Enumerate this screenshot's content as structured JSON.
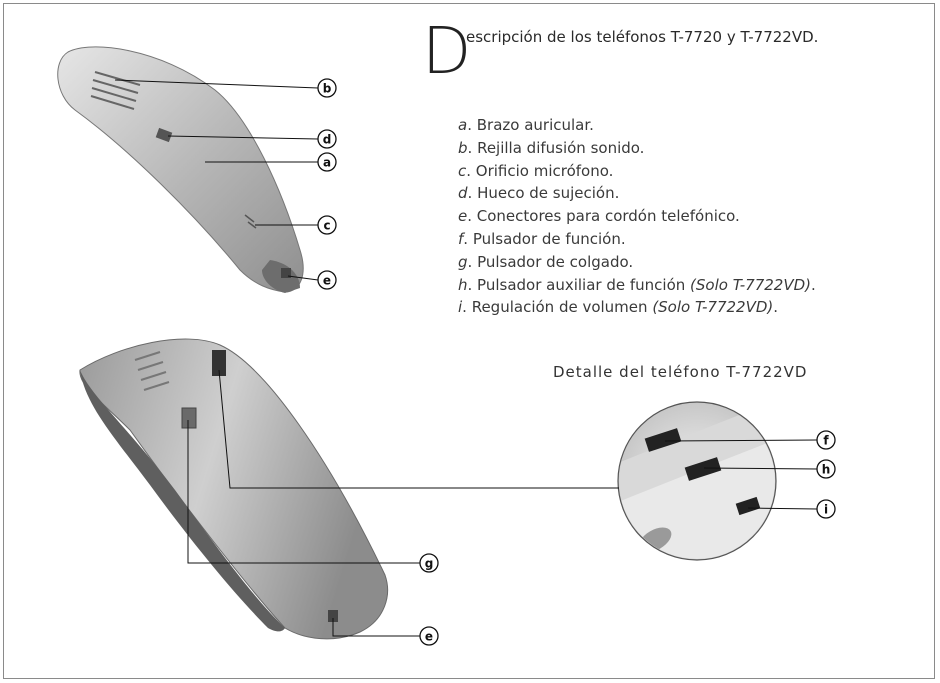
{
  "title": {
    "dropcap": "D",
    "rest": "escripción de los teléfonos  T-7720 y T-7722VD."
  },
  "legend": [
    {
      "key": "a",
      "text": ". Brazo auricular.",
      "note": ""
    },
    {
      "key": "b",
      "text": ". Rejilla difusión sonido.",
      "note": ""
    },
    {
      "key": "c",
      "text": ". Orificio micrófono.",
      "note": ""
    },
    {
      "key": "d",
      "text": ". Hueco de sujeción.",
      "note": ""
    },
    {
      "key": "e",
      "text": ". Conectores para cordón telefónico.",
      "note": ""
    },
    {
      "key": "f",
      "text": ". Pulsador de función.",
      "note": ""
    },
    {
      "key": "g",
      "text": ". Pulsador de colgado.",
      "note": ""
    },
    {
      "key": "h",
      "text": ". Pulsador auxiliar de función ",
      "note": "(Solo T-7722VD)",
      "tail": "."
    },
    {
      "key": "i",
      "text": ". Regulación de volumen ",
      "note": "(Solo T-7722VD)",
      "tail": "."
    }
  ],
  "detail_label": "Detalle del teléfono T-7722VD",
  "callouts": {
    "top_b": "b",
    "top_d": "d",
    "top_a": "a",
    "top_c": "c",
    "top_e": "e",
    "zoom_f": "f",
    "zoom_h": "h",
    "zoom_i": "i",
    "bottom_g": "g",
    "bottom_e": "e"
  }
}
